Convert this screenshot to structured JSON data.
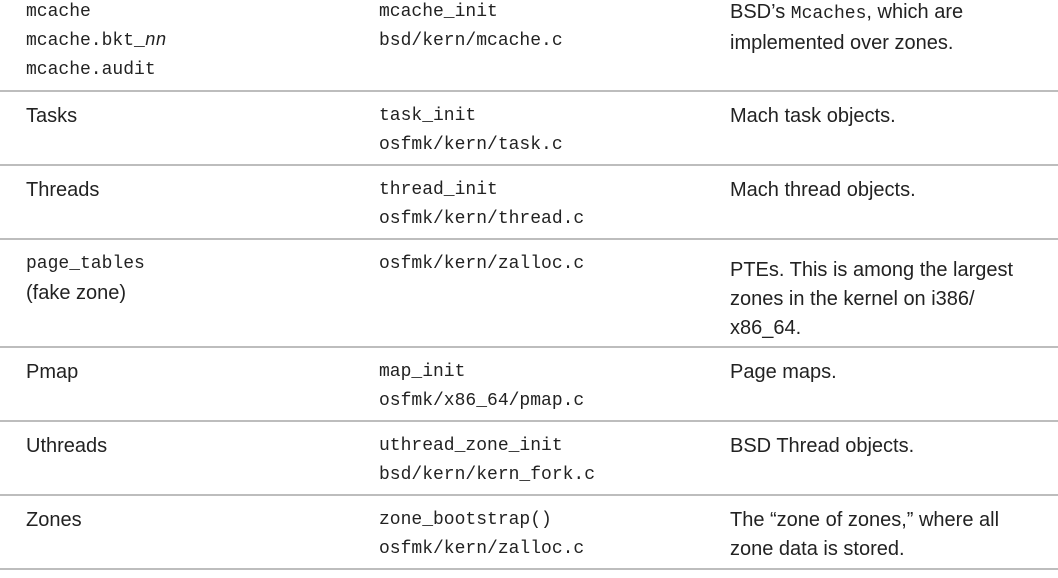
{
  "rows": [
    {
      "name_lines": [
        "mcache",
        "mcache.bkt_",
        "mcache.audit"
      ],
      "name_italic": "nn",
      "init": "mcache_init",
      "file": "bsd/kern/mcache.c",
      "desc_pre": "BSD’s ",
      "desc_code": "Mcaches",
      "desc_post": ", which are implemented over zones."
    },
    {
      "name": "Tasks",
      "init": "task_init",
      "file": "osfmk/kern/task.c",
      "desc": "Mach task objects."
    },
    {
      "name": "Threads",
      "init": "thread_init",
      "file": "osfmk/kern/thread.c",
      "desc": "Mach thread objects."
    },
    {
      "name_code": "page_tables",
      "name_note": "(fake zone)",
      "file": "osfmk/kern/zalloc.c",
      "desc": "PTEs. This is among the largest zones in the kernel on i386/ x86_64."
    },
    {
      "name": "Pmap",
      "init": "map_init",
      "file": "osfmk/x86_64/pmap.c",
      "desc": "Page maps."
    },
    {
      "name": "Uthreads",
      "init": "uthread_zone_init",
      "file": "bsd/kern/kern_fork.c",
      "desc": "BSD Thread objects."
    },
    {
      "name": "Zones",
      "init": "zone_bootstrap()",
      "file": "osfmk/kern/zalloc.c",
      "desc": "The “zone of zones,” where all zone data is stored."
    }
  ]
}
